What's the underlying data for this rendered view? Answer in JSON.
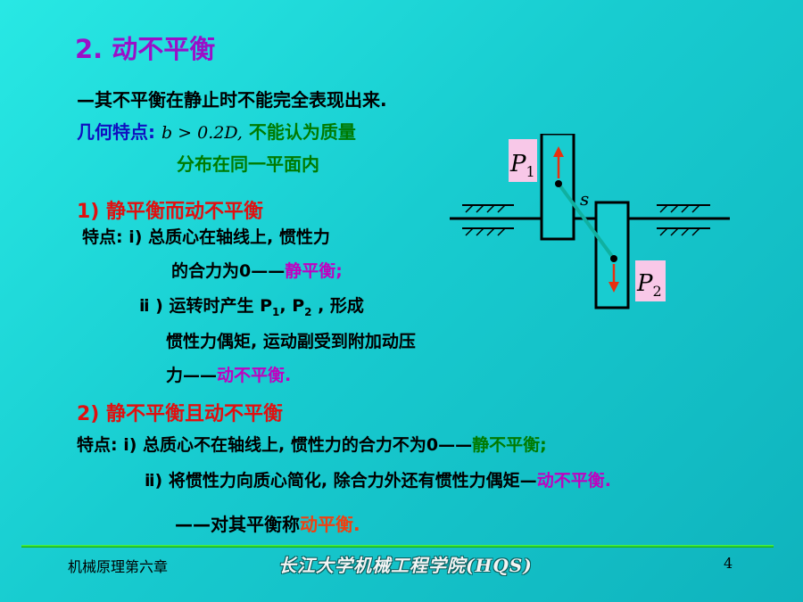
{
  "title": "2. 动不平衡",
  "intro": "—其不平衡在静止时不能完全表现出来.",
  "geometry": {
    "label": "几何特点",
    "colon": ":",
    "formula": "b > 0.2D,",
    "desc_line1": "不能认为质量",
    "desc_line2": "分布在同一平面内"
  },
  "section1": {
    "heading": "1) 静平衡而动不平衡",
    "feature_prefix": "特点: ⅰ) 总质心在轴线上, 惯性力",
    "line2_a": "的合力为0——",
    "line2_b": "静平衡;",
    "line3_a": "ⅱ ) 运转时产生 P",
    "sub1": "1",
    "line3_b": ", P",
    "sub2": "2",
    "line3_c": " , 形成",
    "line4": "惯性力偶矩, 运动副受到附加动压",
    "line5_a": "力——",
    "line5_b": "动不平衡."
  },
  "section2": {
    "heading": "2) 静不平衡且动不平衡",
    "line1_a": "特点: ⅰ) 总质心不在轴线上, 惯性力的合力不为0——",
    "line1_b": "静不平衡;",
    "line2_a": "ⅱ) 将惯性力向质心简化, 除合力外还有惯性力偶矩—",
    "line2_b": "动不平衡."
  },
  "conclusion": {
    "prefix": "——对其平衡称",
    "highlight": "动平衡."
  },
  "diagram": {
    "p1": "P",
    "p1_sub": "1",
    "p2": "P",
    "p2_sub": "2",
    "s_label": "s",
    "arrow_color": "#e83010",
    "link_color": "#10b0a0",
    "label_bg": "#f8c8e8"
  },
  "footer": {
    "left": "机械原理第六章",
    "middle": "长江大学机械工程学院(HQS)",
    "page": "4"
  }
}
